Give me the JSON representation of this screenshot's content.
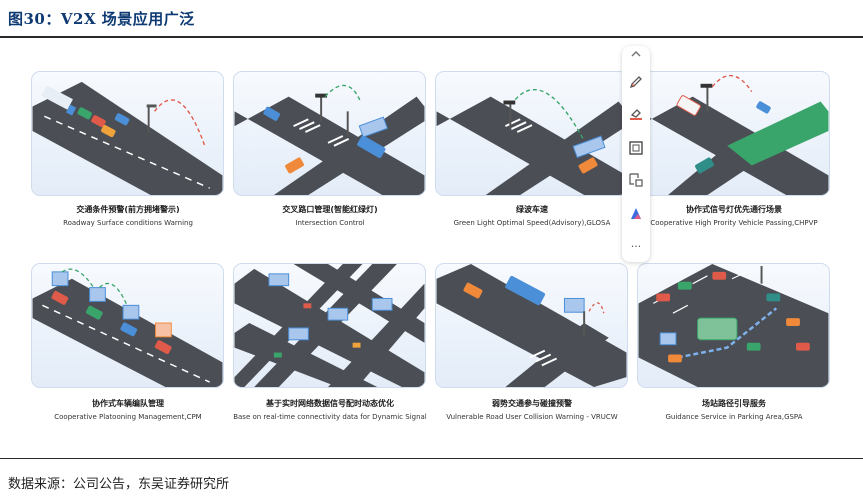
{
  "figure": {
    "title": "图30：V2X 场景应用广泛"
  },
  "scenarios": [
    {
      "cn": "交通条件预警(前方拥堵警示)",
      "en": "Roadway Surface conditions Warning"
    },
    {
      "cn": "交叉路口管理(智能红绿灯)",
      "en": "Intersection Control"
    },
    {
      "cn": "绿波车速",
      "en": "Green Light Optimal Speed(Advisory),GLOSA"
    },
    {
      "cn": "协作式信号灯优先通行场景",
      "en": "Cooperative High Prority Vehicle Passing,CHPVP"
    },
    {
      "cn": "协作式车辆编队管理",
      "en": "Cooperative Platooning Management,CPM"
    },
    {
      "cn": "基于实时网络数据信号配时动态优化",
      "en": "Base on real-time connectivity data for Dynamic Signal"
    },
    {
      "cn": "弱势交通参与碰撞预警",
      "en": "Vulnerable Road User Collision Warning - VRUCW"
    },
    {
      "cn": "场站路径引导服务",
      "en": "Guidance Service in Parking Area,GSPA"
    }
  ],
  "toolbar": {
    "icons": [
      "chevron-up-icon",
      "pen-icon",
      "eraser-icon",
      "frame-icon",
      "select-text-icon",
      "ai-icon",
      "more-icon"
    ],
    "more_label": "···"
  },
  "source": {
    "text": "数据来源：公司公告，东吴证券研究所"
  },
  "colors": {
    "title": "#0e3a73",
    "road": "#4b4f55",
    "card_bg": "#e8f0fa",
    "green_lane": "#3aa56a"
  }
}
